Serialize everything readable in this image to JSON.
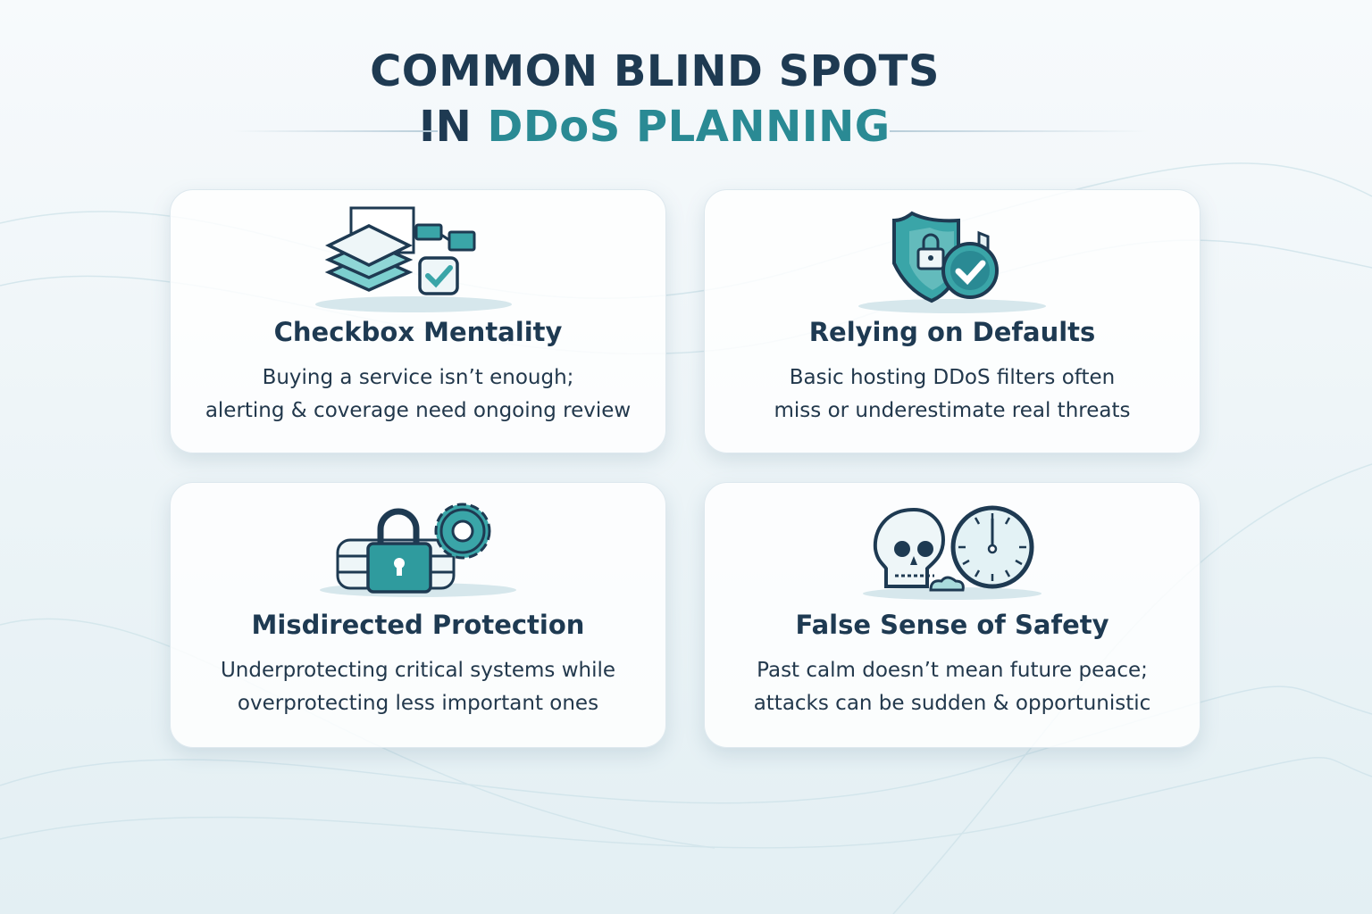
{
  "title": {
    "line1": "COMMON BLIND SPOTS",
    "line2_prefix": "IN",
    "line2_accent": "DDoS PLANNING"
  },
  "colors": {
    "dark": "#1e3a52",
    "accent": "#2a8a94",
    "teal_fill": "#3aa5a8",
    "light_fill": "#cfe9ec"
  },
  "cards": [
    {
      "icon": "layers-checkbox-icon",
      "title": "Checkbox Mentality",
      "lines": [
        "Buying a service isn’t enough;",
        "alerting & coverage need ongoing review"
      ]
    },
    {
      "icon": "shield-lock-check-icon",
      "title": "Relying on Defaults",
      "lines": [
        "Basic hosting DDoS filters often",
        "miss or underestimate real threats"
      ]
    },
    {
      "icon": "database-lock-gear-icon",
      "title": "Misdirected Protection",
      "lines": [
        "Underprotecting critical systems while",
        "overprotecting less important ones"
      ]
    },
    {
      "icon": "skull-clock-icon",
      "title": "False Sense of Safety",
      "lines": [
        "Past calm doesn’t mean future peace;",
        "attacks can be sudden & opportunistic"
      ]
    }
  ]
}
